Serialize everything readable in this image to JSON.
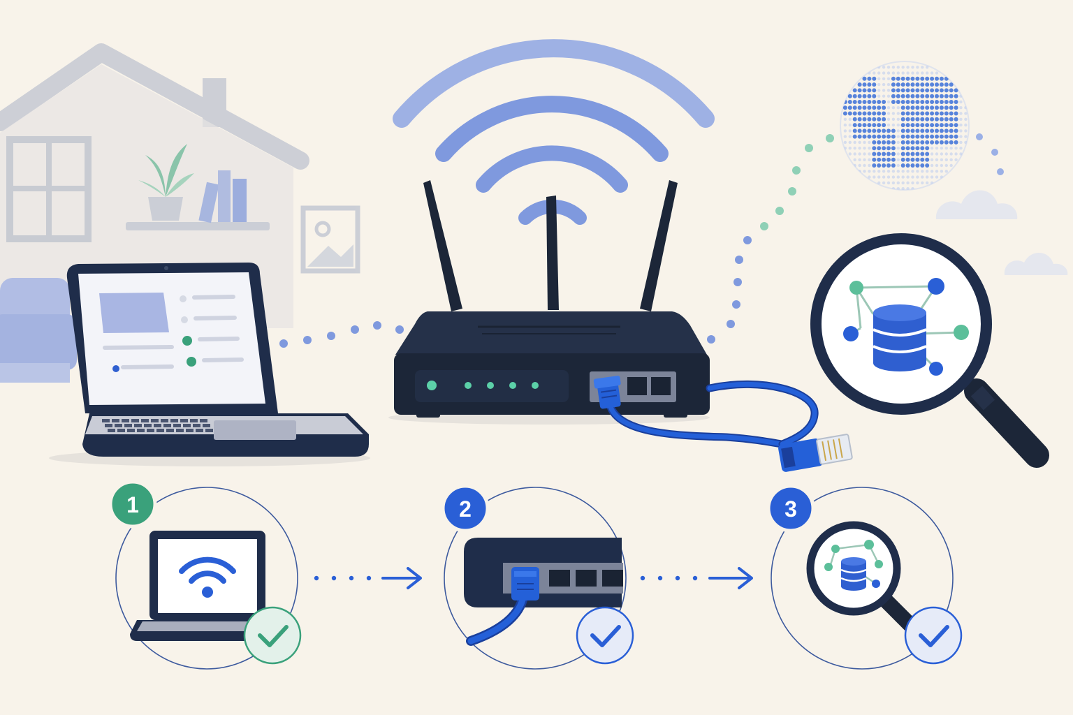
{
  "colors": {
    "background": "#f8f3ea",
    "navy": "#1f2d4a",
    "device_dark": "#1c2638",
    "accent_blue": "#2f5fd0",
    "cable_blue": "#2156c8",
    "wifi_light": "#7e98de",
    "teal": "#5cbf9a",
    "house_gray": "#c8ccd4",
    "house_blue": "#8ea2d9",
    "step1_badge": "#3aa17b",
    "step2_badge": "#2a5fd6",
    "step3_badge": "#2a5fd6"
  },
  "icons": {
    "home": "house-illustration",
    "laptop": "laptop-icon",
    "router": "router-icon",
    "wifi": "wifi-icon",
    "globe": "globe-icon",
    "cloud": "cloud-icon",
    "search_database": "magnifier-database-icon",
    "ethernet": "ethernet-cable-icon",
    "check": "check-icon",
    "arrow": "arrow-right-icon"
  },
  "steps": [
    {
      "number": "1",
      "icon": "laptop-wifi-icon",
      "status": "check"
    },
    {
      "number": "2",
      "icon": "router-ethernet-icon",
      "status": "check"
    },
    {
      "number": "3",
      "icon": "magnifier-database-icon",
      "status": "check"
    }
  ]
}
